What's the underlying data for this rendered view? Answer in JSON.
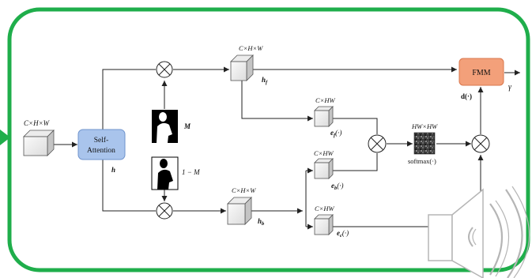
{
  "colors": {
    "frame": "#1fae4b",
    "attention_fill": "#a9c4ec",
    "attention_stroke": "#6f93cc",
    "fmm_fill": "#f3a07a",
    "fmm_stroke": "#d9774d",
    "line": "#222222"
  },
  "inputs": {
    "input_dim": "C×H×W"
  },
  "attention": {
    "label_line1": "Self-",
    "label_line2": "Attention",
    "output": "h"
  },
  "masks": {
    "foreground": "M",
    "background": "1 − M"
  },
  "branches": {
    "fg_dim": "C×H×W",
    "fg_name": "h",
    "fg_sub": "f",
    "bg_dim": "C×H×W",
    "bg_name": "h",
    "bg_sub": "b"
  },
  "projections": {
    "ef_dim": "C×HW",
    "ef_label": "e",
    "ef_sub": "f",
    "ef_args": "(·)",
    "eb_dim": "C×HW",
    "eb_label": "e",
    "eb_sub": "b",
    "eb_args": "(·)",
    "ec_dim": "C×HW",
    "ec_label": "e",
    "ec_sub": "c",
    "ec_args": "(·)"
  },
  "attention_map": {
    "dim": "HW×HW",
    "op": "softmax(·)"
  },
  "fmm": {
    "label": "FMM",
    "d_label": "d(·)",
    "output": "γ"
  },
  "icons": [
    "speaker-icon",
    "play-arrow-icon",
    "multiply-icon"
  ]
}
